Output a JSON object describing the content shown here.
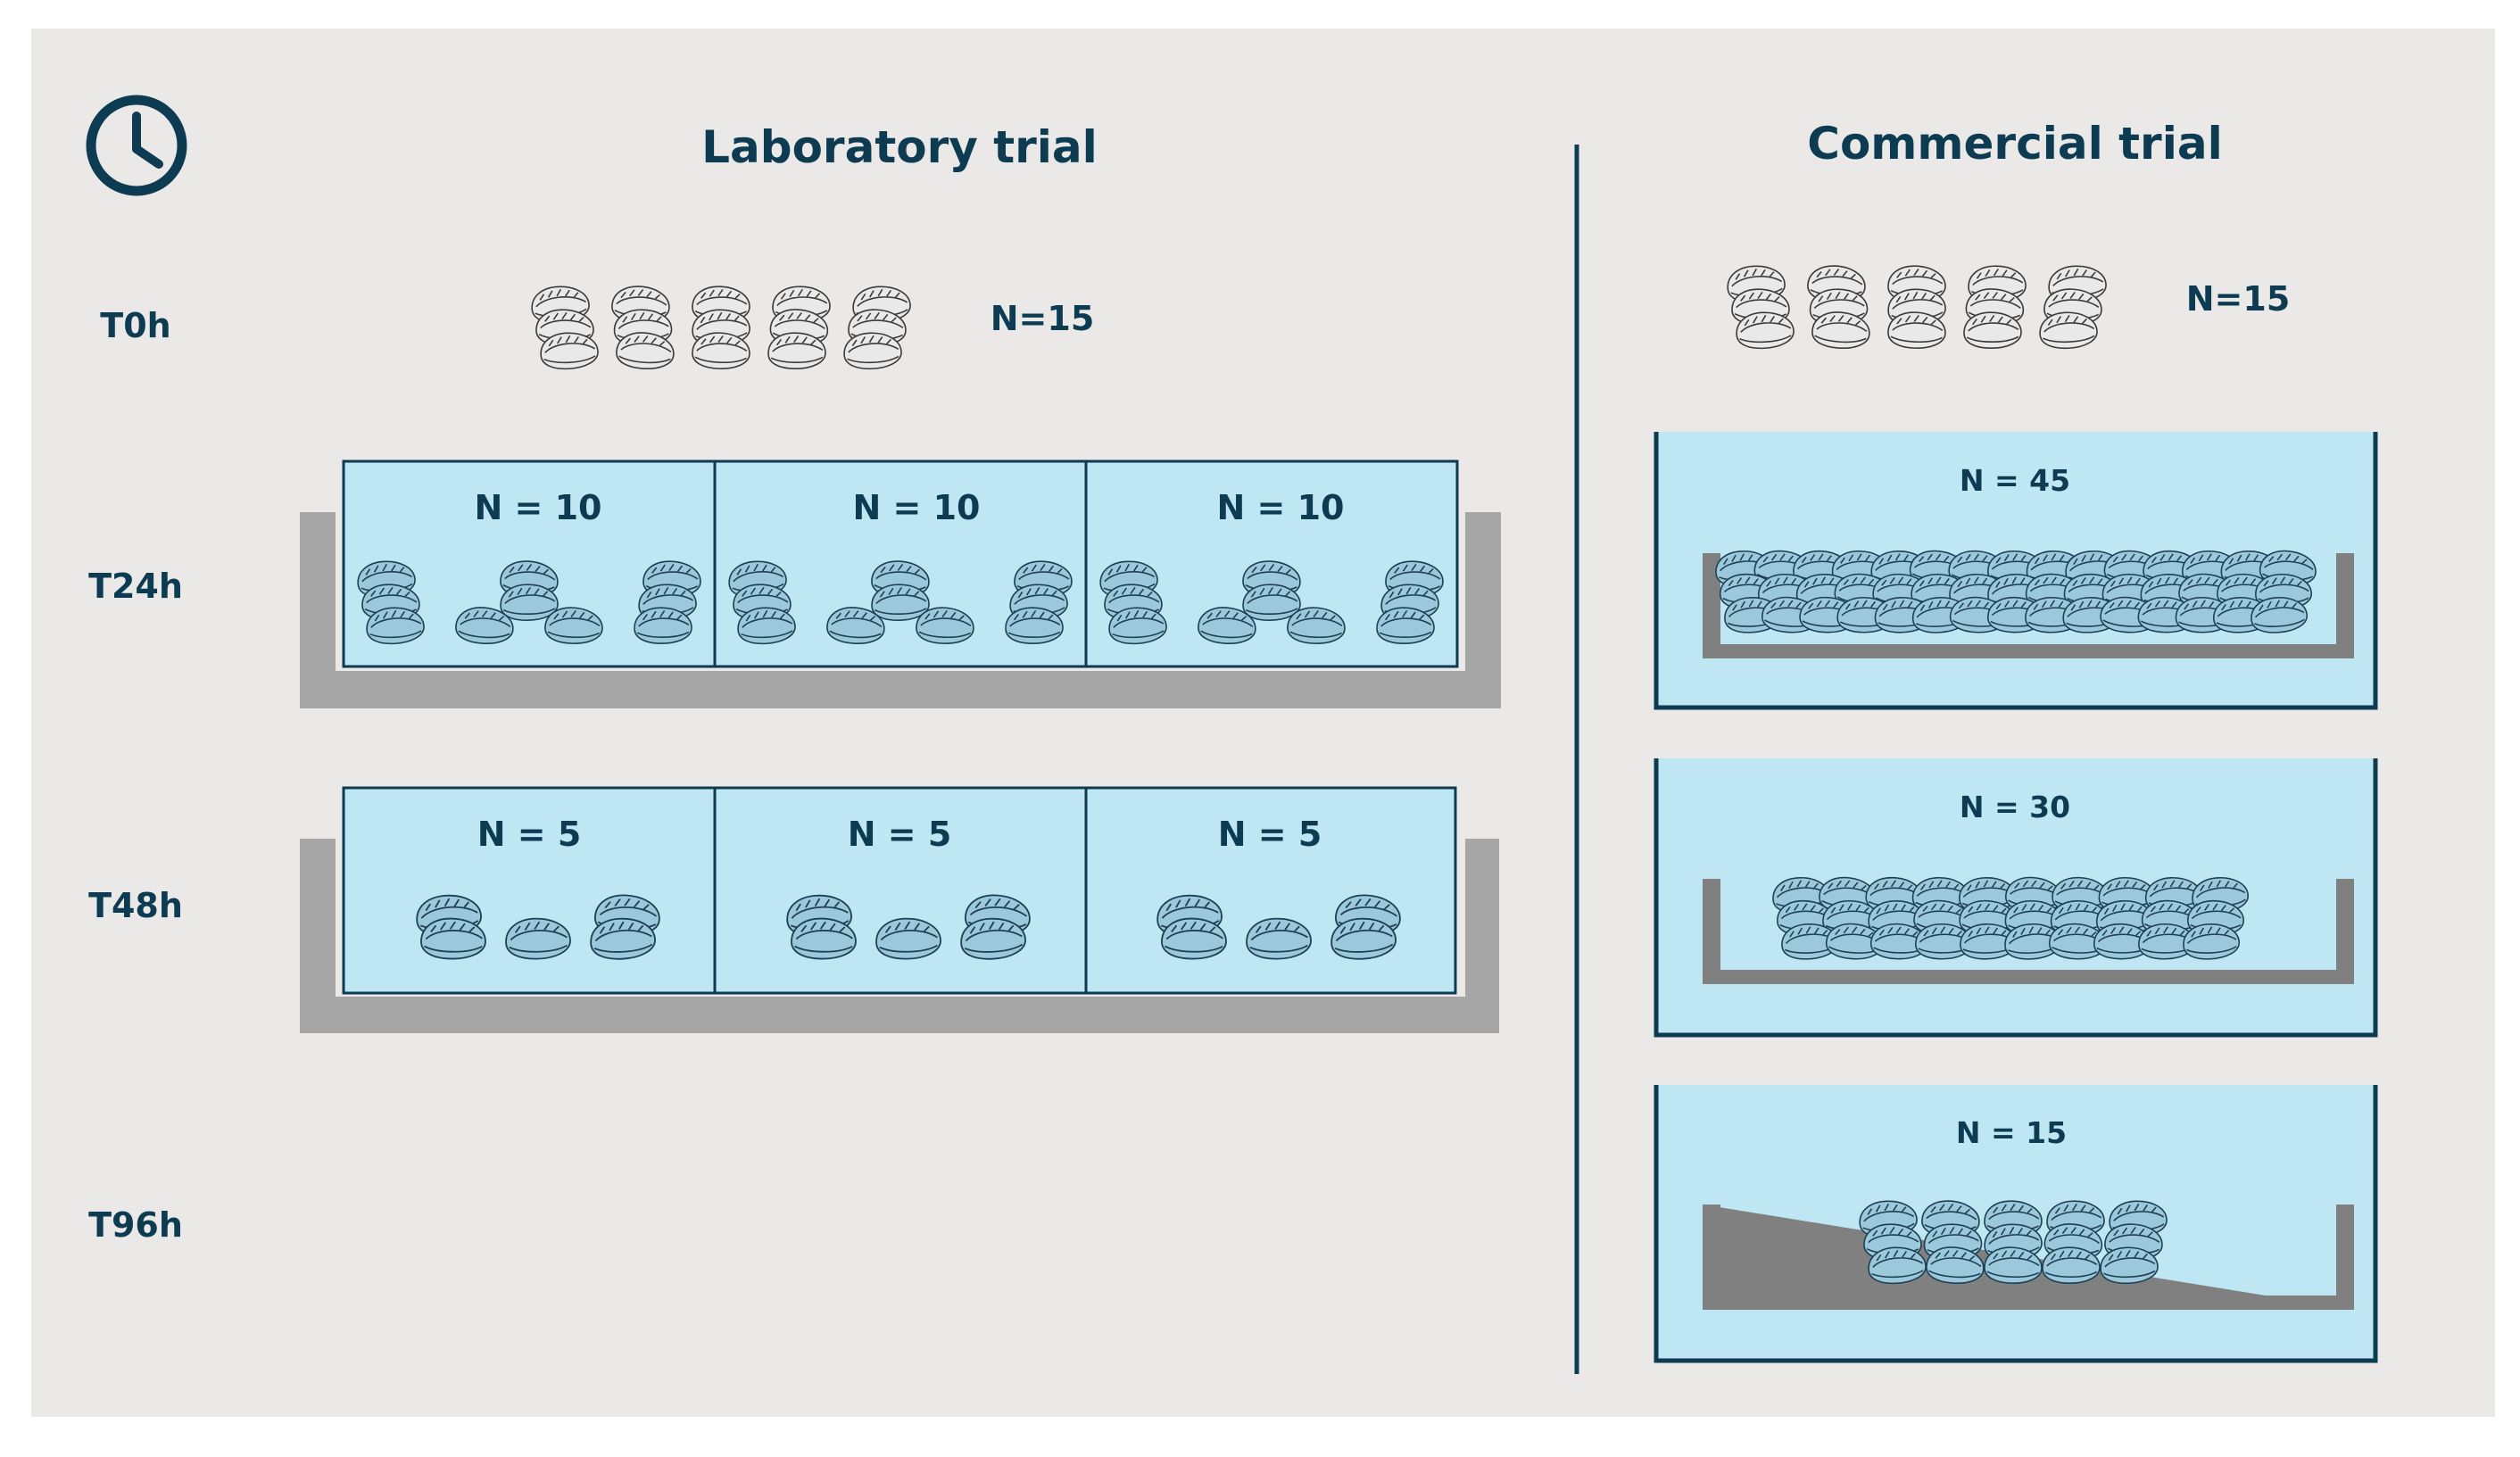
{
  "colors": {
    "background": "#ebe9e8",
    "water": "#bfe6f3",
    "navy": "#0d3b52",
    "tray_grey": "#a6a6a6",
    "basket_grey": "#808080",
    "oyster_fill": "#e9e9e9",
    "oyster_stroke": "#3a3a3a"
  },
  "icons": {
    "clock": "clock-icon",
    "oyster": "oyster-icon"
  },
  "titles": {
    "laboratory": "Laboratory trial",
    "commercial": "Commercial trial"
  },
  "rows": [
    {
      "label": "T0h"
    },
    {
      "label": "T24h"
    },
    {
      "label": "T48h"
    },
    {
      "label": "T96h"
    }
  ],
  "laboratory": {
    "t0": {
      "n": "N=15",
      "oysters": 15
    },
    "t24": {
      "tanks": [
        {
          "n": "N = 10",
          "oysters": 10
        },
        {
          "n": "N = 10",
          "oysters": 10
        },
        {
          "n": "N = 10",
          "oysters": 10
        }
      ]
    },
    "t48": {
      "tanks": [
        {
          "n": "N = 5",
          "oysters": 5
        },
        {
          "n": "N = 5",
          "oysters": 5
        },
        {
          "n": "N = 5",
          "oysters": 5
        }
      ]
    }
  },
  "commercial": {
    "t0": {
      "n": "N=15",
      "oysters": 15
    },
    "t24": {
      "n": "N = 45",
      "oysters": 45
    },
    "t48": {
      "n": "N = 30",
      "oysters": 30
    },
    "t96": {
      "n": "N = 15",
      "oysters": 15
    }
  }
}
